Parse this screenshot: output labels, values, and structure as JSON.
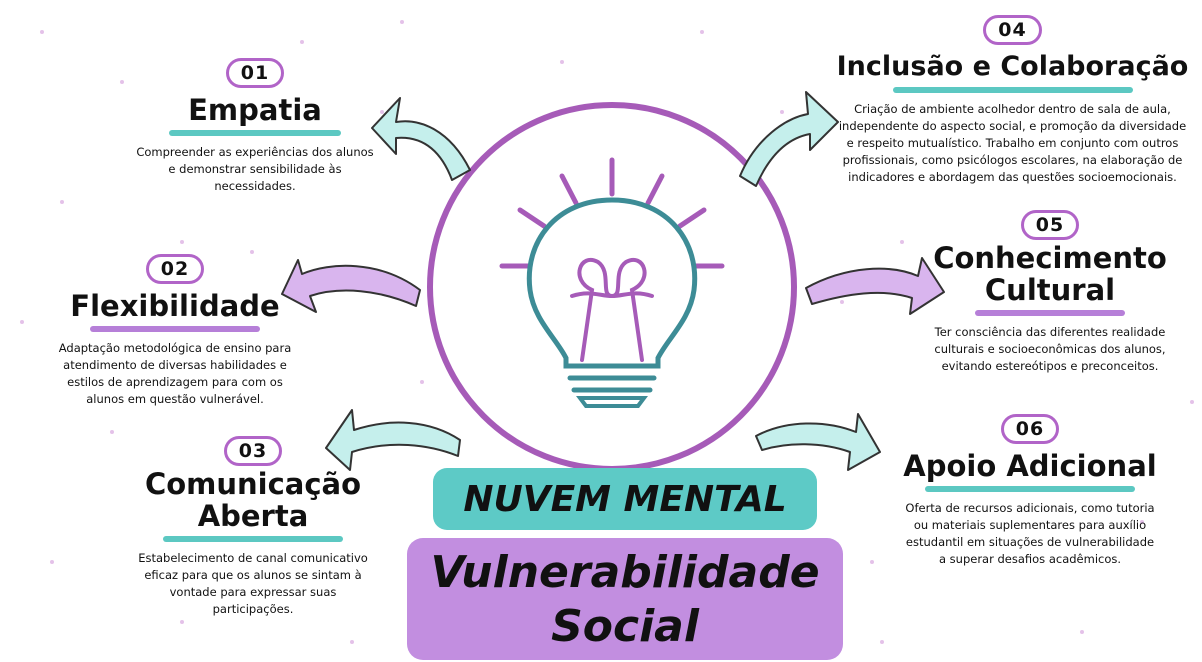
{
  "center": {
    "title": "NUVEM MENTAL",
    "subtitle_line1": "Vulnerabilidade",
    "subtitle_line2": "Social"
  },
  "items": [
    {
      "number": "01",
      "title": "Empatia",
      "desc": "Compreender as experiências dos alunos e demonstrar sensibilidade às necessidades."
    },
    {
      "number": "02",
      "title": "Flexibilidade",
      "desc": "Adaptação metodológica de ensino para atendimento de diversas habilidades e estilos de aprendizagem para com os alunos em questão vulnerável."
    },
    {
      "number": "03",
      "title_line1": "Comunicação",
      "title_line2": "Aberta",
      "desc": "Estabelecimento de canal comunicativo eficaz para que os alunos se sintam à vontade para expressar suas participações."
    },
    {
      "number": "04",
      "title": "Inclusão e Colaboração",
      "desc": "Criação de ambiente acolhedor dentro de sala de aula, independente do aspecto social, e promoção da diversidade e respeito mutualístico. Trabalho em conjunto com outros profissionais, como psicólogos escolares, na elaboração de indicadores e abordagem das questões socioemocionais."
    },
    {
      "number": "05",
      "title_line1": "Conhecimento",
      "title_line2": "Cultural",
      "desc": "Ter consciência das diferentes realidade culturais e socioeconômicas dos alunos, evitando estereótipos e preconceitos."
    },
    {
      "number": "06",
      "title": "Apoio Adicional",
      "desc": "Oferta de recursos adicionais, como tutoria ou materiais suplementares para auxílio estudantil em situações de vulnerabilidade a superar desafios acadêmicos."
    }
  ],
  "colors": {
    "teal": "#5cc8c2",
    "purple": "#b67fd8",
    "circle": "#a65bb8",
    "bulb": "#3d8c96"
  },
  "icons": {
    "center": "lightbulb-icon",
    "arrows": "curved-arrow-icon"
  }
}
